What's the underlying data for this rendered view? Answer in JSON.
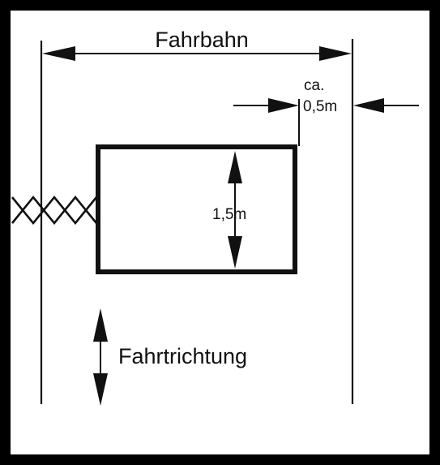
{
  "diagram": {
    "labels": {
      "road_width": "Fahrbahn",
      "clearance_prefix": "ca.",
      "clearance_value": "0,5m",
      "box_height": "1,5m",
      "direction": "Fahrtrichtung"
    },
    "colors": {
      "frame": "#000000",
      "paper": "#ffffff",
      "ink": "#111111"
    },
    "icons": {
      "fence": "crossed-zigzag-fence-icon",
      "arrows": "double-headed-arrow-icon"
    }
  }
}
